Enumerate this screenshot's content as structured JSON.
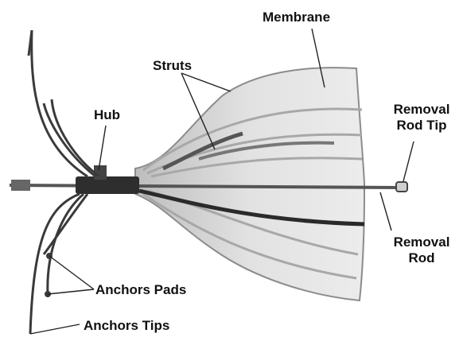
{
  "labels": {
    "membrane": "Membrane",
    "struts": "Struts",
    "hub": "Hub",
    "removal_rod_tip": {
      "line1": "Removal",
      "line2": "Rod Tip"
    },
    "removal_rod": {
      "line1": "Removal",
      "line2": "Rod"
    },
    "anchors_pads": "Anchors Pads",
    "anchors_tips": "Anchors Tips"
  },
  "colors": {
    "membrane_fill": "#d9d9d9",
    "membrane_edge": "#8c8c8c",
    "dark_strut": "#2a2a2a",
    "rod": "#555555",
    "text": "#111111"
  }
}
